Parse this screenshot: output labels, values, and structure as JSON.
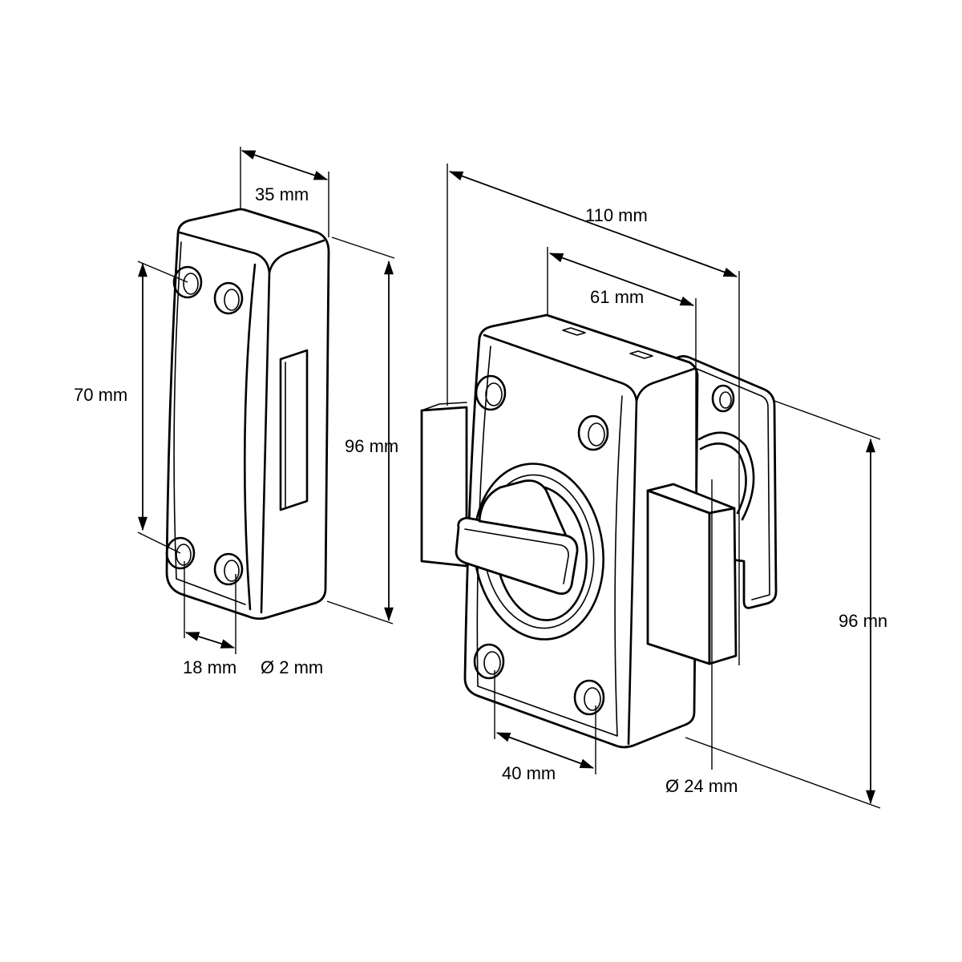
{
  "strike_plate": {
    "width_label": "35 mm",
    "height_label": "96 mm",
    "hole_spacing_vertical_label": "70 mm",
    "hole_spacing_horizontal_label": "18 mm",
    "hole_diameter_label": "Ø 2 mm"
  },
  "lock_body": {
    "overall_width_label": "110 mm",
    "body_depth_label": "61 mm",
    "height_label": "96 mn",
    "hole_spacing_label": "40 mm",
    "cylinder_diameter_label": "Ø 24 mm"
  },
  "colors": {
    "line": "#000000",
    "background": "#ffffff"
  }
}
